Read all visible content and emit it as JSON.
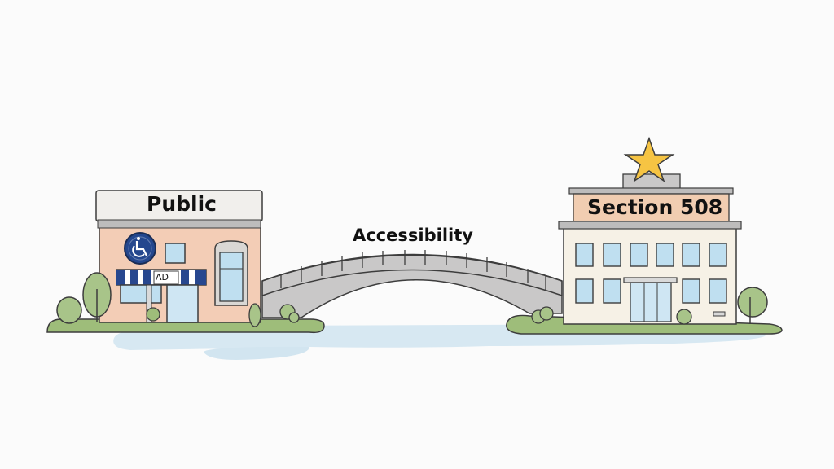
{
  "scene": {
    "title": "Public to Section 508 accessibility bridge",
    "left_building": {
      "sign": "Public",
      "awning_sign": "AD",
      "symbol": "wheelchair-accessibility-icon"
    },
    "bridge": {
      "label": "Accessibility"
    },
    "right_building": {
      "sign": "Section 508",
      "rooftop_icon": "star-icon"
    }
  },
  "colors": {
    "background": "#fbfbfb",
    "storefront_wall": "#f3cdb6",
    "sign_panel": "#f1efec",
    "awning_blue": "#27478f",
    "accessibility_blue": "#24478e",
    "right_wall": "#f6f1e6",
    "right_sign": "#f1cdb1",
    "star": "#f6c443",
    "bridge_gray": "#c9c8c8",
    "grass": "#9ebd7a",
    "water": "#d7e8f2",
    "window_blue": "#bfdff0",
    "outline": "#3d3d3d"
  }
}
